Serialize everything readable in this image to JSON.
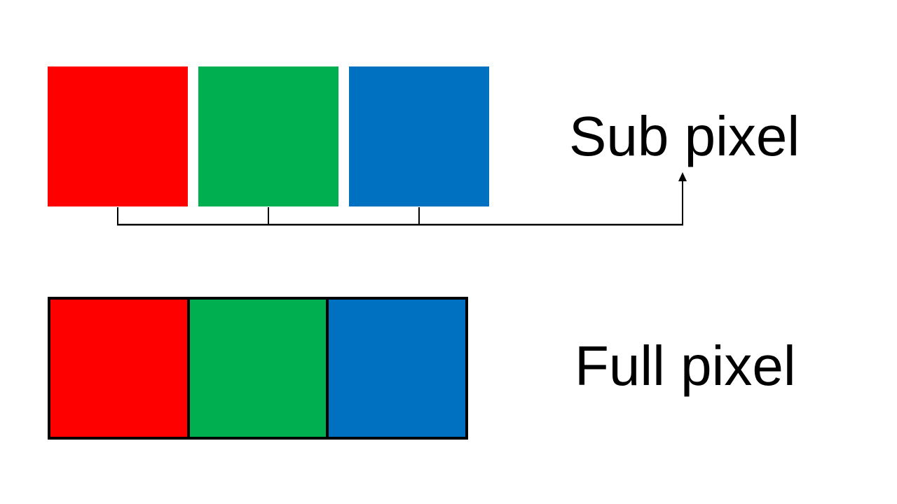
{
  "diagram": {
    "labels": {
      "sub_pixel": "Sub pixel",
      "full_pixel": "Full pixel"
    },
    "subpixels": [
      {
        "name": "red",
        "color": "#FF0000"
      },
      {
        "name": "green",
        "color": "#00B050"
      },
      {
        "name": "blue",
        "color": "#0070C0"
      }
    ],
    "theme": {
      "line": "#000000",
      "text": "#000000",
      "background": "#FFFFFF",
      "pixel_outline": "#000000"
    }
  }
}
